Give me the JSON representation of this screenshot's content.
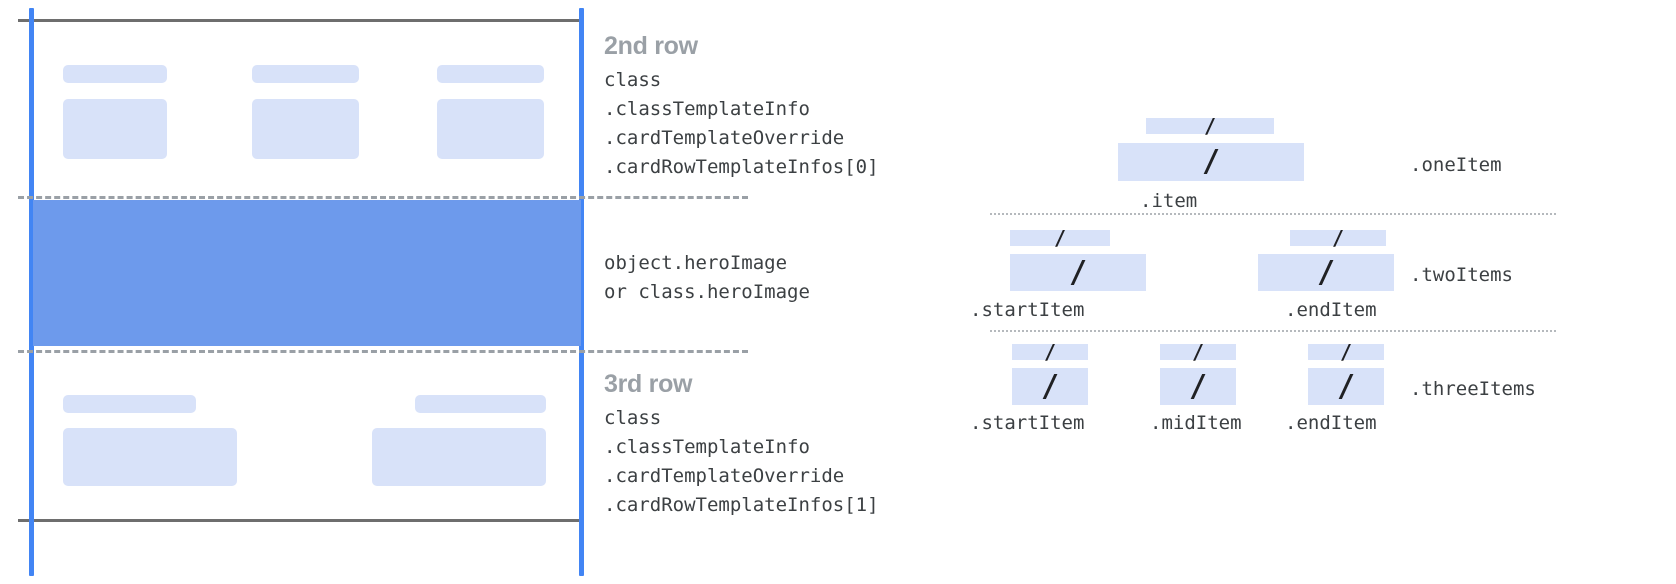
{
  "card_diagram": {
    "rows": [
      {
        "title": "2nd row",
        "code": "class\n.classTemplateInfo\n.cardTemplateOverride\n.cardRowTemplateInfos[0]"
      },
      {
        "title": "",
        "code": "object.heroImage\nor class.heroImage"
      },
      {
        "title": "3rd row",
        "code": "class\n.classTemplateInfo\n.cardTemplateOverride\n.cardRowTemplateInfos[1]"
      }
    ],
    "colors": {
      "guide_line": "#4285f4",
      "hero_fill": "#6d9aec",
      "chip_fill": "#d8e2f9",
      "solid_rule": "#6e6e6e",
      "dashed_rule": "#9aa0a6",
      "title_text": "#9aa0a6",
      "code_text": "#3c4043"
    }
  },
  "item_layouts": {
    "slash_glyph": "/",
    "groups": [
      {
        "name": ".oneItem",
        "items": [
          {
            "label": ".item"
          }
        ]
      },
      {
        "name": ".twoItems",
        "items": [
          {
            "label": ".startItem"
          },
          {
            "label": ".endItem"
          }
        ]
      },
      {
        "name": ".threeItems",
        "items": [
          {
            "label": ".startItem"
          },
          {
            "label": ".midItem"
          },
          {
            "label": ".endItem"
          }
        ]
      }
    ]
  }
}
